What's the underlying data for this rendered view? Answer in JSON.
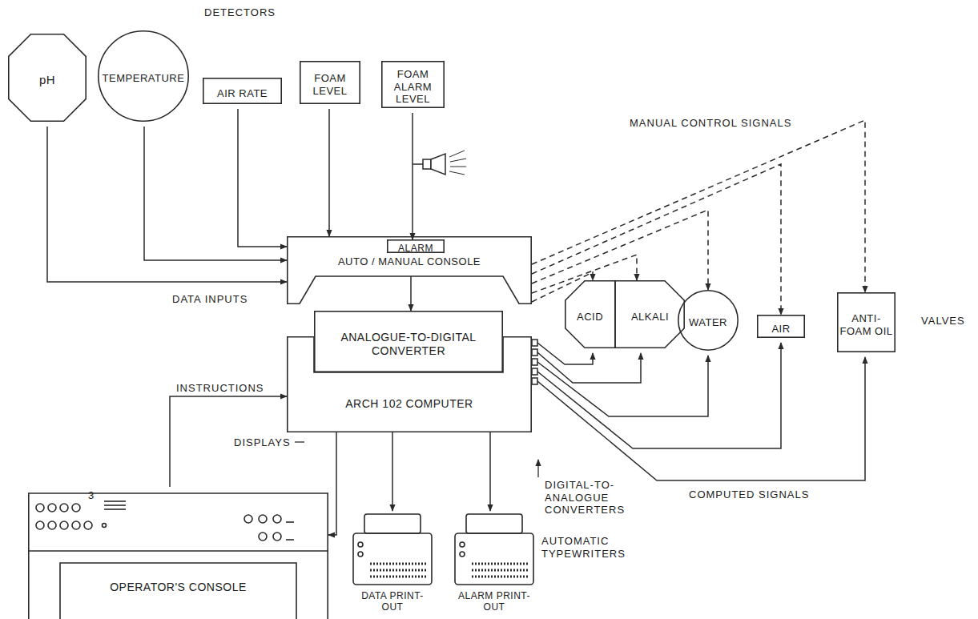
{
  "diagram": {
    "nodes": [
      {
        "text": [
          "pH"
        ]
      },
      {
        "text": [
          "TEMPERATURE"
        ]
      },
      {
        "text": [
          "AIR RATE"
        ]
      },
      {
        "text": [
          "FOAM LEVEL"
        ]
      },
      {
        "text": [
          "FOAM ALARM LEVEL"
        ]
      },
      {
        "text": [
          "AUTO / MANUAL CONSOLE"
        ]
      },
      {
        "text": [
          "ALARM"
        ],
        "in": 5
      },
      {
        "text": [
          "ARCH 102 COMPUTER"
        ]
      },
      {
        "text": [
          "ANALOGUE-TO-DIGITAL CONVERTER"
        ],
        "in": 7
      },
      {
        "text": [
          "ACID"
        ]
      },
      {
        "text": [
          "ALKALI"
        ]
      },
      {
        "text": [
          "WATER"
        ]
      },
      {
        "text": [
          "AIR"
        ]
      },
      {
        "text": [
          "ANTI-FOAM OIL"
        ]
      },
      {
        "text": [
          "OPERATOR'S CONSOLE"
        ]
      },
      {
        "text": [
          "DATA PRINT-OUT"
        ]
      },
      {
        "text": [
          "ALARM PRINT-OUT"
        ]
      }
    ],
    "edges": [
      {
        "from": 0,
        "to": 5,
        "arrow": "to"
      },
      {
        "from": 1,
        "to": 5,
        "arrow": "to"
      },
      {
        "from": 2,
        "to": 5,
        "arrow": "to"
      },
      {
        "from": 3,
        "to": 5,
        "arrow": "to"
      },
      {
        "from": 4,
        "to": 6,
        "arrow": "to"
      },
      {
        "from": 5,
        "to": 8,
        "arrow": "to"
      },
      {
        "from": 5,
        "to": 9,
        "arrow": "to"
      },
      {
        "from": 5,
        "to": 10,
        "arrow": "to"
      },
      {
        "from": 5,
        "to": 11,
        "arrow": "to"
      },
      {
        "from": 5,
        "to": 12,
        "arrow": "to"
      },
      {
        "from": 5,
        "to": 13,
        "arrow": "to"
      },
      {
        "from": 7,
        "to": 9,
        "arrow": "to"
      },
      {
        "from": 7,
        "to": 10,
        "arrow": "to"
      },
      {
        "from": 7,
        "to": 11,
        "arrow": "to"
      },
      {
        "from": 7,
        "to": 12,
        "arrow": "to"
      },
      {
        "from": 7,
        "to": 13,
        "arrow": "to"
      },
      {
        "from": 14,
        "to": 7,
        "arrow": "to"
      },
      {
        "from": 7,
        "to": 14,
        "arrow": "to"
      },
      {
        "from": 7,
        "to": 15,
        "arrow": "to"
      },
      {
        "from": 7,
        "to": 16,
        "arrow": "to"
      }
    ],
    "labels": [
      "DETECTORS",
      "DATA INPUTS",
      "MANUAL CONTROL SIGNALS",
      "VALVES",
      "INSTRUCTIONS",
      "DISPLAYS",
      "DIGITAL-TO-ANALOGUE CONVERTERS",
      "AUTOMATIC TYPEWRITERS",
      "COMPUTED SIGNALS",
      "3"
    ]
  }
}
